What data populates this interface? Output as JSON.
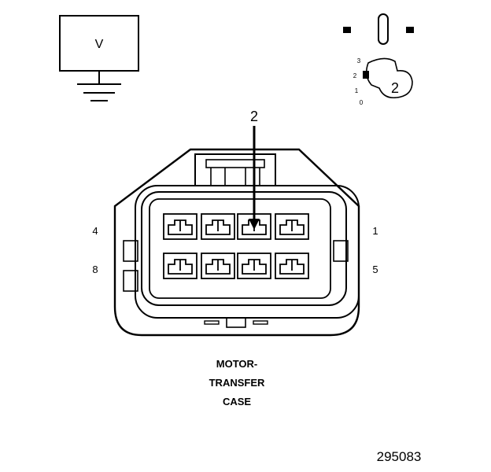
{
  "meter": {
    "symbol": "V"
  },
  "probe": {
    "label": "2",
    "scale": [
      "3",
      "2",
      "1",
      "0"
    ]
  },
  "connector": {
    "arrow_label": "2",
    "pin_labels": {
      "top_left": "4",
      "bottom_left": "8",
      "top_right": "1",
      "bottom_right": "5"
    },
    "caption_lines": [
      "MOTOR-",
      "TRANSFER",
      "CASE"
    ]
  },
  "figure_id": "295083",
  "colors": {
    "line": "#000000",
    "background": "#ffffff"
  }
}
